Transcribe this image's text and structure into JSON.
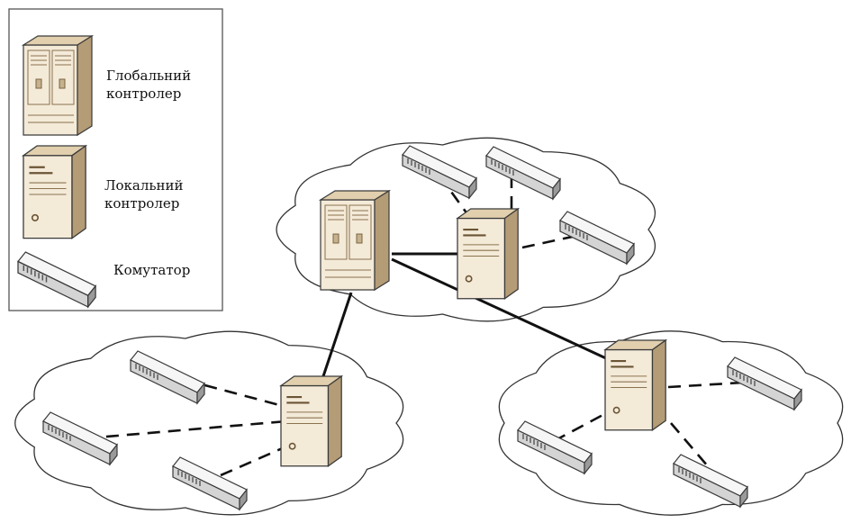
{
  "legend": {
    "items": [
      {
        "icon": "global-controller-icon",
        "label": "Глобальний\nконтролер"
      },
      {
        "icon": "local-controller-icon",
        "label": "Локальний\nконтролер"
      },
      {
        "icon": "switch-icon",
        "label": "Комутатор"
      }
    ]
  },
  "colors": {
    "server_light": "#f4ead8",
    "server_mid": "#e1cfae",
    "server_dark": "#b49c76",
    "switch_light": "#f6f6f6",
    "switch_mid": "#d4d4d4",
    "switch_dark": "#9a9a9a",
    "outline": "#3a3a3a",
    "link": "#111111"
  }
}
